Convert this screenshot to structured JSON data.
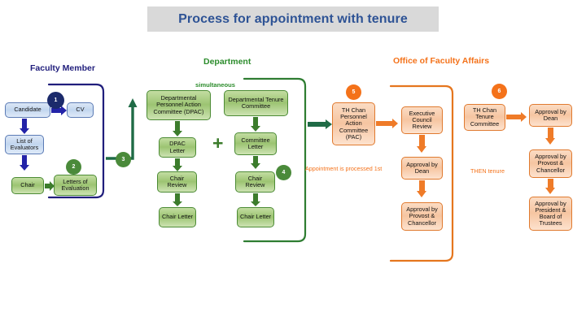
{
  "title": "Process for appointment with tenure",
  "sections": [
    {
      "id": "faculty",
      "label": "Faculty Member",
      "color": "#201e7c"
    },
    {
      "id": "department",
      "label": "Department",
      "color": "#2c8c2c"
    },
    {
      "id": "office",
      "label": "Office of Faculty Affairs",
      "color": "#f4721a"
    }
  ],
  "labels": {
    "simultaneous": "simultaneous",
    "plus": "+",
    "appointment_first": "Appointment is processed 1st",
    "then_tenure": "THEN tenure"
  },
  "steps": [
    {
      "number": "1",
      "color": "navy"
    },
    {
      "number": "2",
      "color": "green"
    },
    {
      "number": "3",
      "color": "green"
    },
    {
      "number": "4",
      "color": "green"
    },
    {
      "number": "5",
      "color": "orange"
    },
    {
      "number": "6",
      "color": "orange"
    }
  ],
  "nodes": {
    "candidate": "Candidate",
    "cv": "CV",
    "list_of_evaluators": "List of Evaluators",
    "chair": "Chair",
    "letters_of_evaluation": "Letters of Evaluation",
    "dpac": "Departmental Personnel Action Committee (DPAC)",
    "dpac_letter": "DPAC Letter",
    "dpac_chair_review": "Chair Review",
    "dpac_chair_letter": "Chair Letter",
    "dtc": "Departmental Tenure Committee",
    "committee_letter": "Committee Letter",
    "dtc_chair_review": "Chair Review",
    "dtc_chair_letter": "Chair Letter",
    "pac": "TH Chan Personnel Action Committee (PAC)",
    "executive_council_review": "Executive Council Review",
    "approval_dean_1": "Approval by Dean",
    "approval_provost_1": "Approval by Provost & Chancellor",
    "tenure_committee": "TH Chan Tenure Committee",
    "approval_dean_2": "Approval by Dean",
    "approval_provost_2": "Approval by Provost & Chancellor",
    "approval_president": "Approval by President & Board of Trustees"
  },
  "colors": {
    "title_text": "#2e5395",
    "title_bg": "#d9d9d9",
    "navy": "#201e7c",
    "blue_arrow": "#2323a8",
    "green": "#2c8c2c",
    "green_arrow": "#1f6b46",
    "orange": "#f4721a",
    "page_bg": "#ffffff"
  }
}
